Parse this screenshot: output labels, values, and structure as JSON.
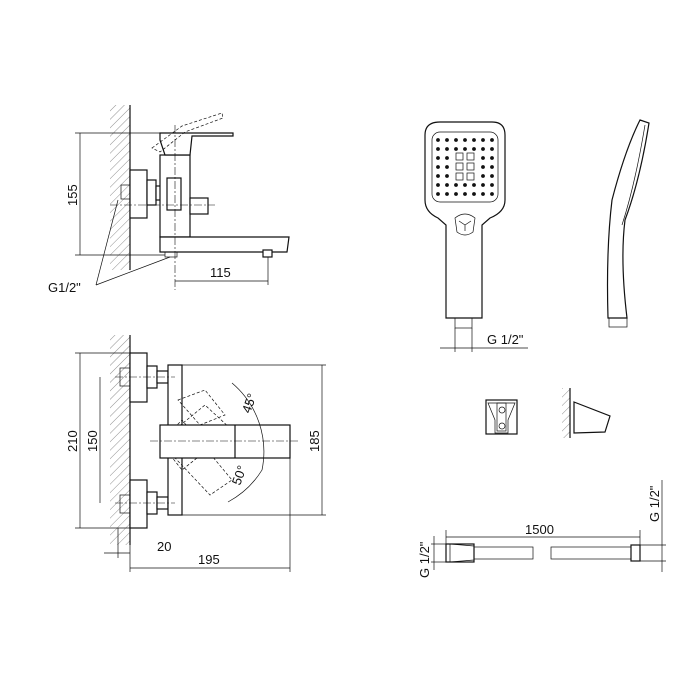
{
  "faucet_side_view": {
    "dim_height": "155",
    "dim_spout": "115",
    "thread_label": "G1/2\""
  },
  "faucet_front_view": {
    "dim_total": "210",
    "dim_centers": "150",
    "dim_body": "185",
    "dim_offset": "20",
    "dim_length": "195",
    "angle_up": "45°",
    "angle_down": "50°"
  },
  "hand_shower": {
    "thread_label": "G 1/2\""
  },
  "hose": {
    "length": "1500",
    "thread_left": "G 1/2\"",
    "thread_right": "G 1/2\""
  },
  "colors": {
    "line": "#111111",
    "background": "#ffffff"
  }
}
